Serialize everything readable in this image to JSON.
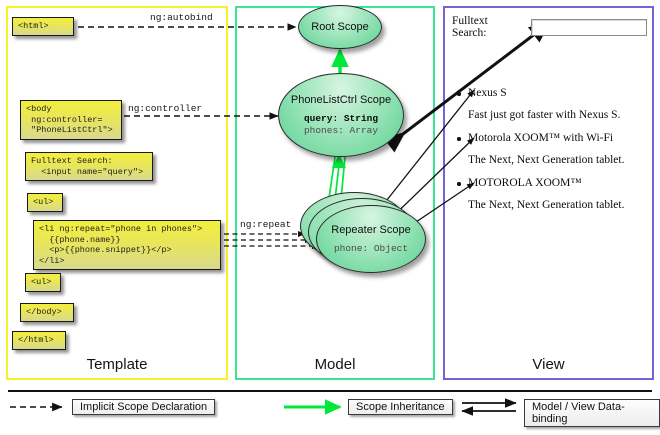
{
  "columns": [
    {
      "key": "template",
      "label": "Template",
      "accent": "#f5f12a"
    },
    {
      "key": "model",
      "label": "Model",
      "accent": "#3ce596"
    },
    {
      "key": "view",
      "label": "View",
      "accent": "#7b5fd6"
    }
  ],
  "template": {
    "boxes": [
      {
        "name": "html-open-box",
        "text": "<html>"
      },
      {
        "name": "body-box",
        "text": "<body\n ng:controller=\n \"PhoneListCtrl\">"
      },
      {
        "name": "search-box",
        "text": "Fulltext Search:\n  <input name=\"query\">"
      },
      {
        "name": "ul-open-box",
        "text": "<ul>"
      },
      {
        "name": "li-repeat-box",
        "text": "<li ng:repeat=\"phone in phones\">\n  {{phone.name}}\n  <p>{{phone.snippet}}</p>\n</li>"
      },
      {
        "name": "ul-close-box",
        "text": "<ul>"
      },
      {
        "name": "body-close-box",
        "text": "</body>"
      },
      {
        "name": "html-close-box",
        "text": "</html>"
      }
    ]
  },
  "model": {
    "scopes": [
      {
        "name": "root-scope",
        "title": "Root\nScope",
        "props": []
      },
      {
        "name": "phonelistctrl-scope",
        "title": "PhoneListCtrl\nScope",
        "props": [
          {
            "text": "query: String",
            "bold": true
          },
          {
            "text": "phones: Array",
            "bold": false
          }
        ]
      },
      {
        "name": "repeater-scope",
        "title": "Repeater\nScope",
        "props": [
          {
            "text": "phone: Object",
            "bold": false
          }
        ]
      }
    ]
  },
  "connectors": [
    {
      "name": "ng-autobind-label",
      "text": "ng:autobind"
    },
    {
      "name": "ng-controller-label",
      "text": "ng:controller"
    },
    {
      "name": "ng-repeat-label",
      "text": "ng:repeat"
    }
  ],
  "view": {
    "search_label": "Fulltext Search:",
    "search_value": "",
    "search_placeholder": "",
    "items": [
      {
        "title": "Nexus S",
        "subtitle": "Fast just got faster with Nexus S."
      },
      {
        "title": "Motorola XOOM™  with Wi-Fi",
        "subtitle": "The Next, Next Generation tablet."
      },
      {
        "title": "MOTOROLA XOOM™",
        "subtitle": "The Next, Next Generation tablet."
      }
    ]
  },
  "legend": [
    {
      "name": "legend-implicit-scope",
      "label": "Implicit Scope Declaration",
      "style": "dashed-black"
    },
    {
      "name": "legend-scope-inheritance",
      "label": "Scope Inheritance",
      "style": "solid-green"
    },
    {
      "name": "legend-data-binding",
      "label": "Model / View Data-binding",
      "style": "double-black"
    }
  ],
  "colors": {
    "template_accent": "#f5f12a",
    "model_accent": "#3ce596",
    "view_accent": "#7b5fd6",
    "inheritance_green": "#00e83a",
    "code_fill": "#e8e55c",
    "scope_fill": "#7fdca8"
  }
}
